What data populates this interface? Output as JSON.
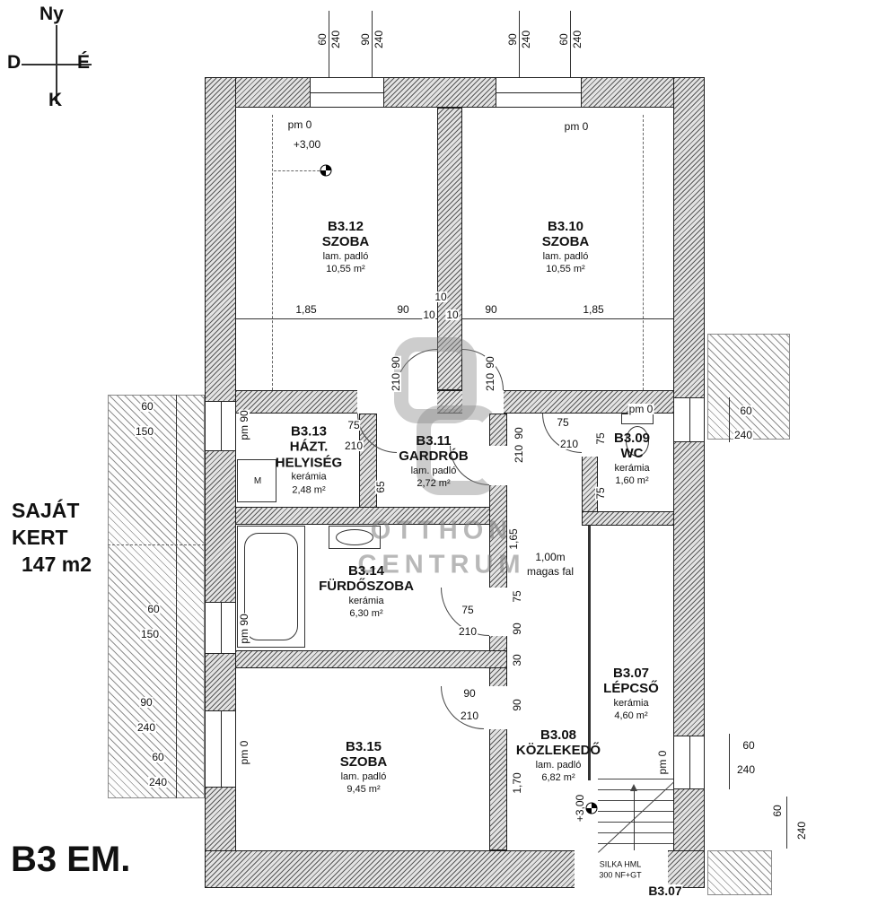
{
  "title": "B3 EM.",
  "compass": {
    "top": "Ny",
    "left": "D",
    "right": "É",
    "bottom": "K"
  },
  "garden": {
    "line1": "SAJÁT",
    "line2": "KERT",
    "line3": "147 m2"
  },
  "watermark": {
    "line1": "OTTHON",
    "line2": "CENTRUM"
  },
  "rooms": [
    {
      "id": "B3.12",
      "name": "SZOBA",
      "floor": "lam. padló",
      "area": "10,55 m²"
    },
    {
      "id": "B3.10",
      "name": "SZOBA",
      "floor": "lam. padló",
      "area": "10,55 m²"
    },
    {
      "id": "B3.13",
      "name": "HÁZT. HELYISÉG",
      "floor": "kerámia",
      "area": "2,48 m²"
    },
    {
      "id": "B3.11",
      "name": "GARDRÓB",
      "floor": "lam. padló",
      "area": "2,72 m²"
    },
    {
      "id": "B3.09",
      "name": "WC",
      "floor": "kerámia",
      "area": "1,60 m²"
    },
    {
      "id": "B3.14",
      "name": "FÜRDŐSZOBA",
      "floor": "kerámia",
      "area": "6,30 m²"
    },
    {
      "id": "B3.15",
      "name": "SZOBA",
      "floor": "lam. padló",
      "area": "9,45 m²"
    },
    {
      "id": "B3.08",
      "name": "KÖZLEKEDŐ",
      "floor": "lam. padló",
      "area": "6,82 m²"
    },
    {
      "id": "B3.07",
      "name": "LÉPCSŐ",
      "floor": "kerámia",
      "area": "4,60 m²"
    }
  ],
  "dims": {
    "n10": "10",
    "n30": "30",
    "n60": "60",
    "n65": "65",
    "n75": "75",
    "n90": "90",
    "n150": "150",
    "n210": "210",
    "n240": "240",
    "n185": "1,85",
    "n165": "1,65",
    "n170": "1,70"
  },
  "levels": {
    "pm0": "pm 0",
    "pm90": "pm 90",
    "plus300": "+3,00"
  },
  "notes": {
    "wall_height_line1": "1,00m",
    "wall_height_line2": "magas fal",
    "machine": "M",
    "material_line1": "SILKA HML",
    "material_line2": "300 NF+GT",
    "room_below": "B3.07"
  }
}
